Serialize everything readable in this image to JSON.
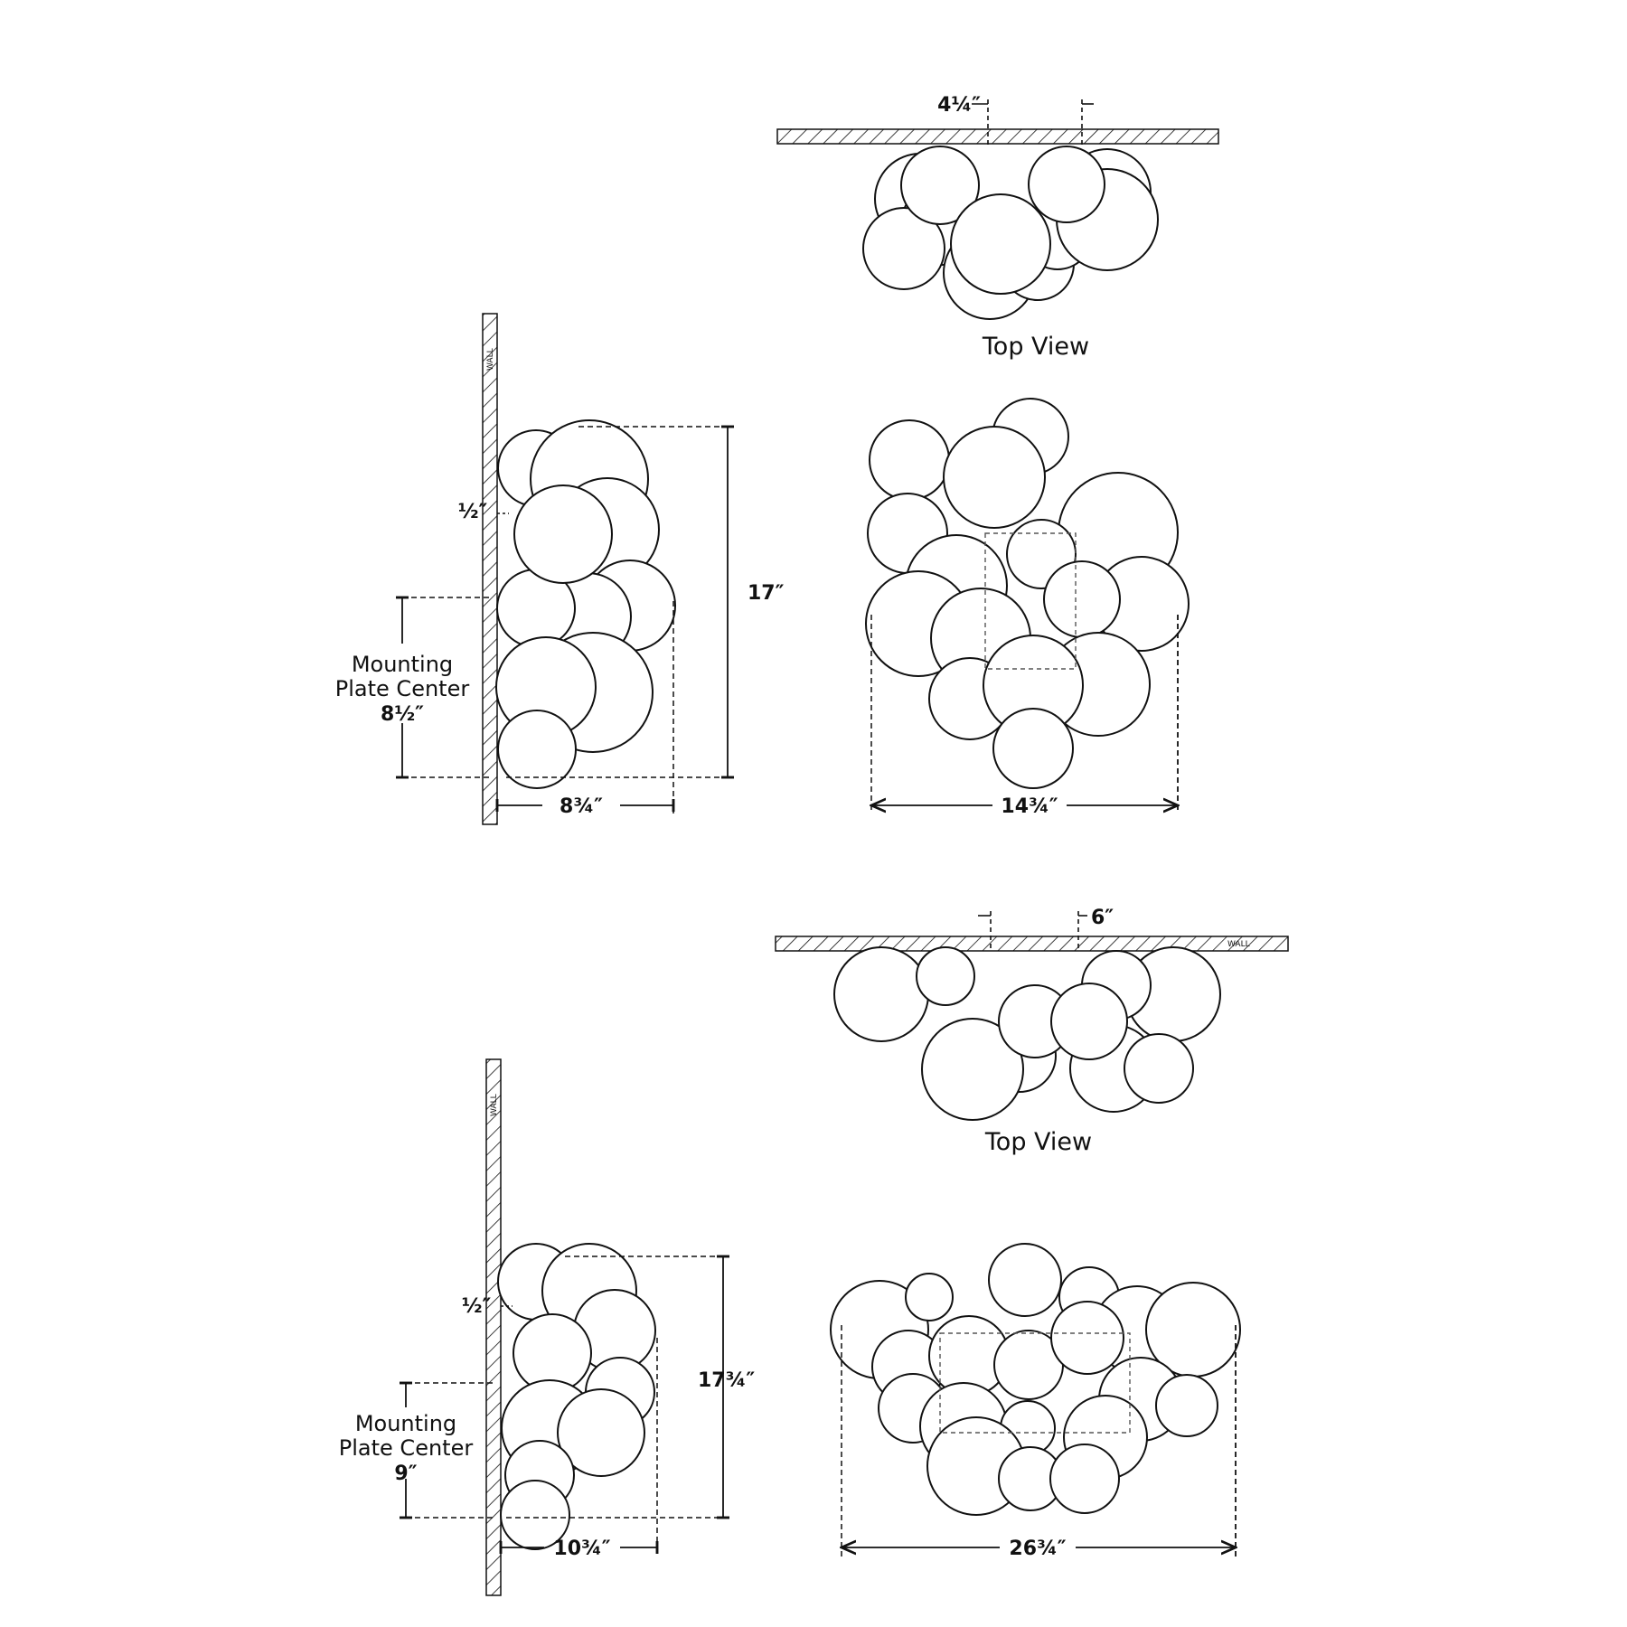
{
  "drawing_a": {
    "top_view_caption": "Top View",
    "top_offset": "4¼″",
    "wall_tag": "WALL",
    "side_height": "17″",
    "side_standoff": "½″",
    "mounting_line1": "Mounting",
    "mounting_line2": "Plate Center",
    "mounting_value": "8½″",
    "side_depth": "8¾″",
    "front_width": "14¾″"
  },
  "drawing_b": {
    "top_view_caption": "Top View",
    "top_offset": "6″",
    "wall_tag": "WALL",
    "side_height": "17¾″",
    "side_standoff": "½″",
    "mounting_line1": "Mounting",
    "mounting_line2": "Plate Center",
    "mounting_value": "9″",
    "side_depth": "10¾″",
    "front_width": "26¾″"
  },
  "colors": {
    "line": "#111111",
    "background": "#ffffff",
    "dashed_frame": "#555555"
  }
}
